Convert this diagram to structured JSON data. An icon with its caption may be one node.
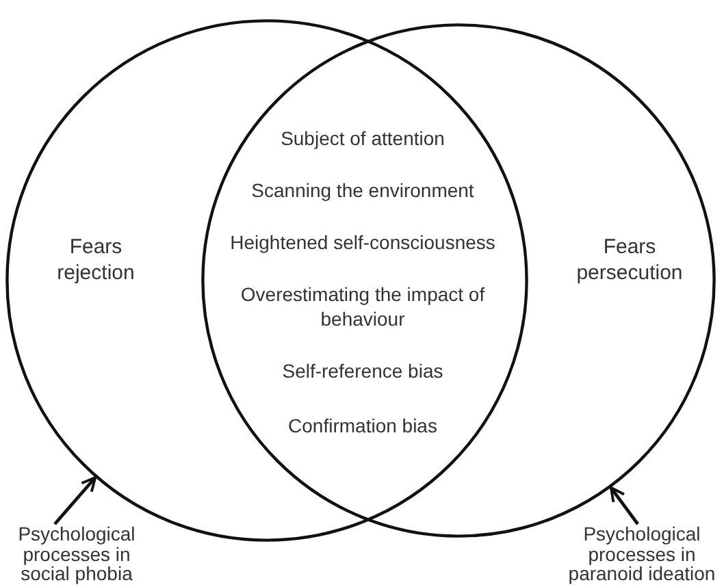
{
  "diagram": {
    "nodes": [
      {
        "text": [
          "Fears rejection"
        ]
      },
      {
        "text": [
          "Fears persecution"
        ]
      },
      {
        "text": [
          "Psychological processes in social phobia"
        ]
      },
      {
        "text": [
          "Psychological processes in paranoid ideation"
        ]
      }
    ],
    "edges": [
      {
        "from": 2,
        "to": 0,
        "arrow": "to"
      },
      {
        "from": 3,
        "to": 1,
        "arrow": "to"
      }
    ],
    "labels": [
      "Subject of attention",
      "Scanning the environment",
      "Heightened self-consciousness",
      "Overestimating the impact of behaviour",
      "Self-reference bias",
      "Confirmation bias"
    ]
  }
}
